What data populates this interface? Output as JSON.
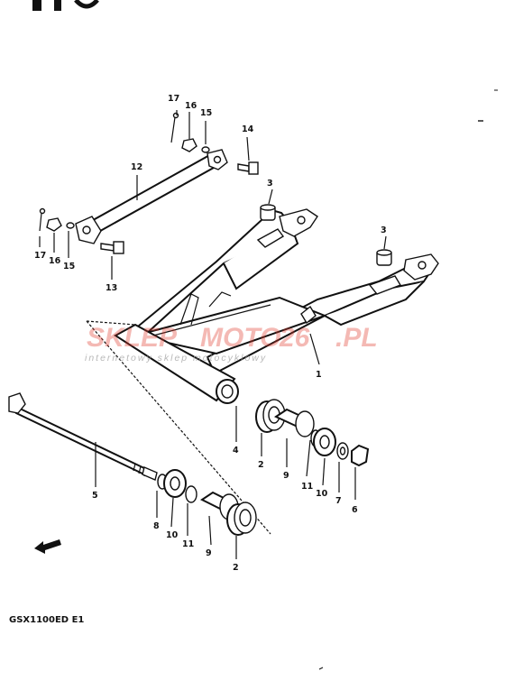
{
  "diagram": {
    "model_code": "GSX1100ED E1",
    "watermark": {
      "brand_a": "SKLEP",
      "brand_b": "MOTO",
      "brand_c": "26",
      "brand_d": ".PL",
      "tagline": "internetowy sklep motocyklowy"
    },
    "callouts": [
      {
        "id": "c1",
        "label": "1"
      },
      {
        "id": "c3a",
        "label": "3"
      },
      {
        "id": "c3b",
        "label": "3"
      },
      {
        "id": "c12",
        "label": "12"
      },
      {
        "id": "c17a",
        "label": "17"
      },
      {
        "id": "c16a",
        "label": "16"
      },
      {
        "id": "c15a",
        "label": "15"
      },
      {
        "id": "c14",
        "label": "14"
      },
      {
        "id": "c17b",
        "label": "17"
      },
      {
        "id": "c16b",
        "label": "16"
      },
      {
        "id": "c15b",
        "label": "15"
      },
      {
        "id": "c13",
        "label": "13"
      },
      {
        "id": "c4",
        "label": "4"
      },
      {
        "id": "c2a",
        "label": "2"
      },
      {
        "id": "c9a",
        "label": "9"
      },
      {
        "id": "c11a",
        "label": "11"
      },
      {
        "id": "c10a",
        "label": "10"
      },
      {
        "id": "c7",
        "label": "7"
      },
      {
        "id": "c6",
        "label": "6"
      },
      {
        "id": "c5",
        "label": "5"
      },
      {
        "id": "c8",
        "label": "8"
      },
      {
        "id": "c10b",
        "label": "10"
      },
      {
        "id": "c11b",
        "label": "11"
      },
      {
        "id": "c9b",
        "label": "9"
      },
      {
        "id": "c2b",
        "label": "2"
      }
    ],
    "colors": {
      "ink": "#111111",
      "watermark_red": "#e03a2c",
      "watermark_gray": "#9a9a9a"
    },
    "icons": {
      "front_arrow": "front-arrow-icon"
    }
  }
}
